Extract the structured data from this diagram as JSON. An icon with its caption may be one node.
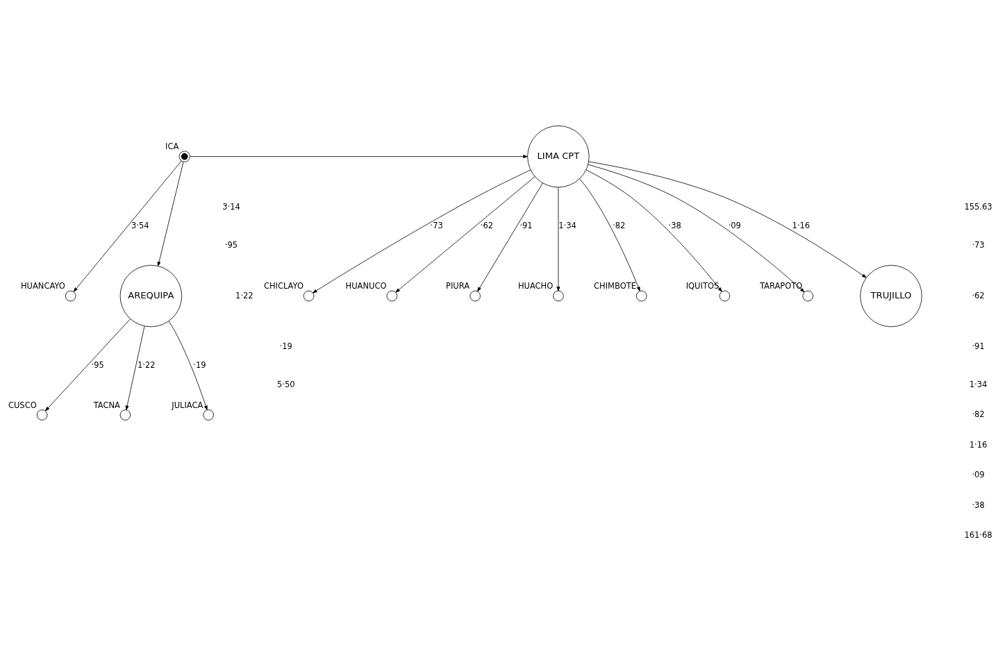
{
  "diagram": {
    "nodes": [
      {
        "text": [
          "ICA"
        ]
      },
      {
        "text": [
          "HUANCAYO"
        ]
      },
      {
        "text": [
          "AREQUIPA"
        ]
      },
      {
        "text": [
          "CUSCO"
        ]
      },
      {
        "text": [
          "TACNA"
        ]
      },
      {
        "text": [
          "JULIACA"
        ]
      },
      {
        "text": [
          "LIMA CPT"
        ]
      },
      {
        "text": [
          "CHICLAYO"
        ]
      },
      {
        "text": [
          "HUANUCO"
        ]
      },
      {
        "text": [
          "PIURA"
        ]
      },
      {
        "text": [
          "HUACHO"
        ]
      },
      {
        "text": [
          "CHIMBOTE"
        ]
      },
      {
        "text": [
          "IQUITOS"
        ]
      },
      {
        "text": [
          "TARAPOTO"
        ]
      },
      {
        "text": [
          "TRUJILLO"
        ]
      }
    ],
    "edges": [
      {
        "from": 0,
        "to": 1,
        "arrow": "to",
        "label": "3·54"
      },
      {
        "from": 0,
        "to": 2,
        "arrow": "to"
      },
      {
        "from": 0,
        "to": 6,
        "arrow": "to"
      },
      {
        "from": 2,
        "to": 3,
        "arrow": "to",
        "label": "·95"
      },
      {
        "from": 2,
        "to": 4,
        "arrow": "to",
        "label": "1·22"
      },
      {
        "from": 2,
        "to": 5,
        "arrow": "to",
        "label": "·19"
      },
      {
        "from": 6,
        "to": 7,
        "arrow": "to",
        "label": "·73"
      },
      {
        "from": 6,
        "to": 8,
        "arrow": "to",
        "label": "·62"
      },
      {
        "from": 6,
        "to": 9,
        "arrow": "to",
        "label": "·91"
      },
      {
        "from": 6,
        "to": 10,
        "arrow": "to",
        "label": "1·34"
      },
      {
        "from": 6,
        "to": 11,
        "arrow": "to",
        "label": "·82"
      },
      {
        "from": 6,
        "to": 12,
        "arrow": "to",
        "label": "·38"
      },
      {
        "from": 6,
        "to": 13,
        "arrow": "to",
        "label": "·09"
      },
      {
        "from": 6,
        "to": 14,
        "arrow": "to",
        "label": "1·16"
      }
    ],
    "labels": [
      "155.63",
      "·73",
      "·62",
      "·91",
      "1·34",
      "·82",
      "1·16",
      "·09",
      "·38",
      "3·14",
      "·95",
      "1·22",
      "·19",
      "161·68",
      "5·50"
    ]
  }
}
